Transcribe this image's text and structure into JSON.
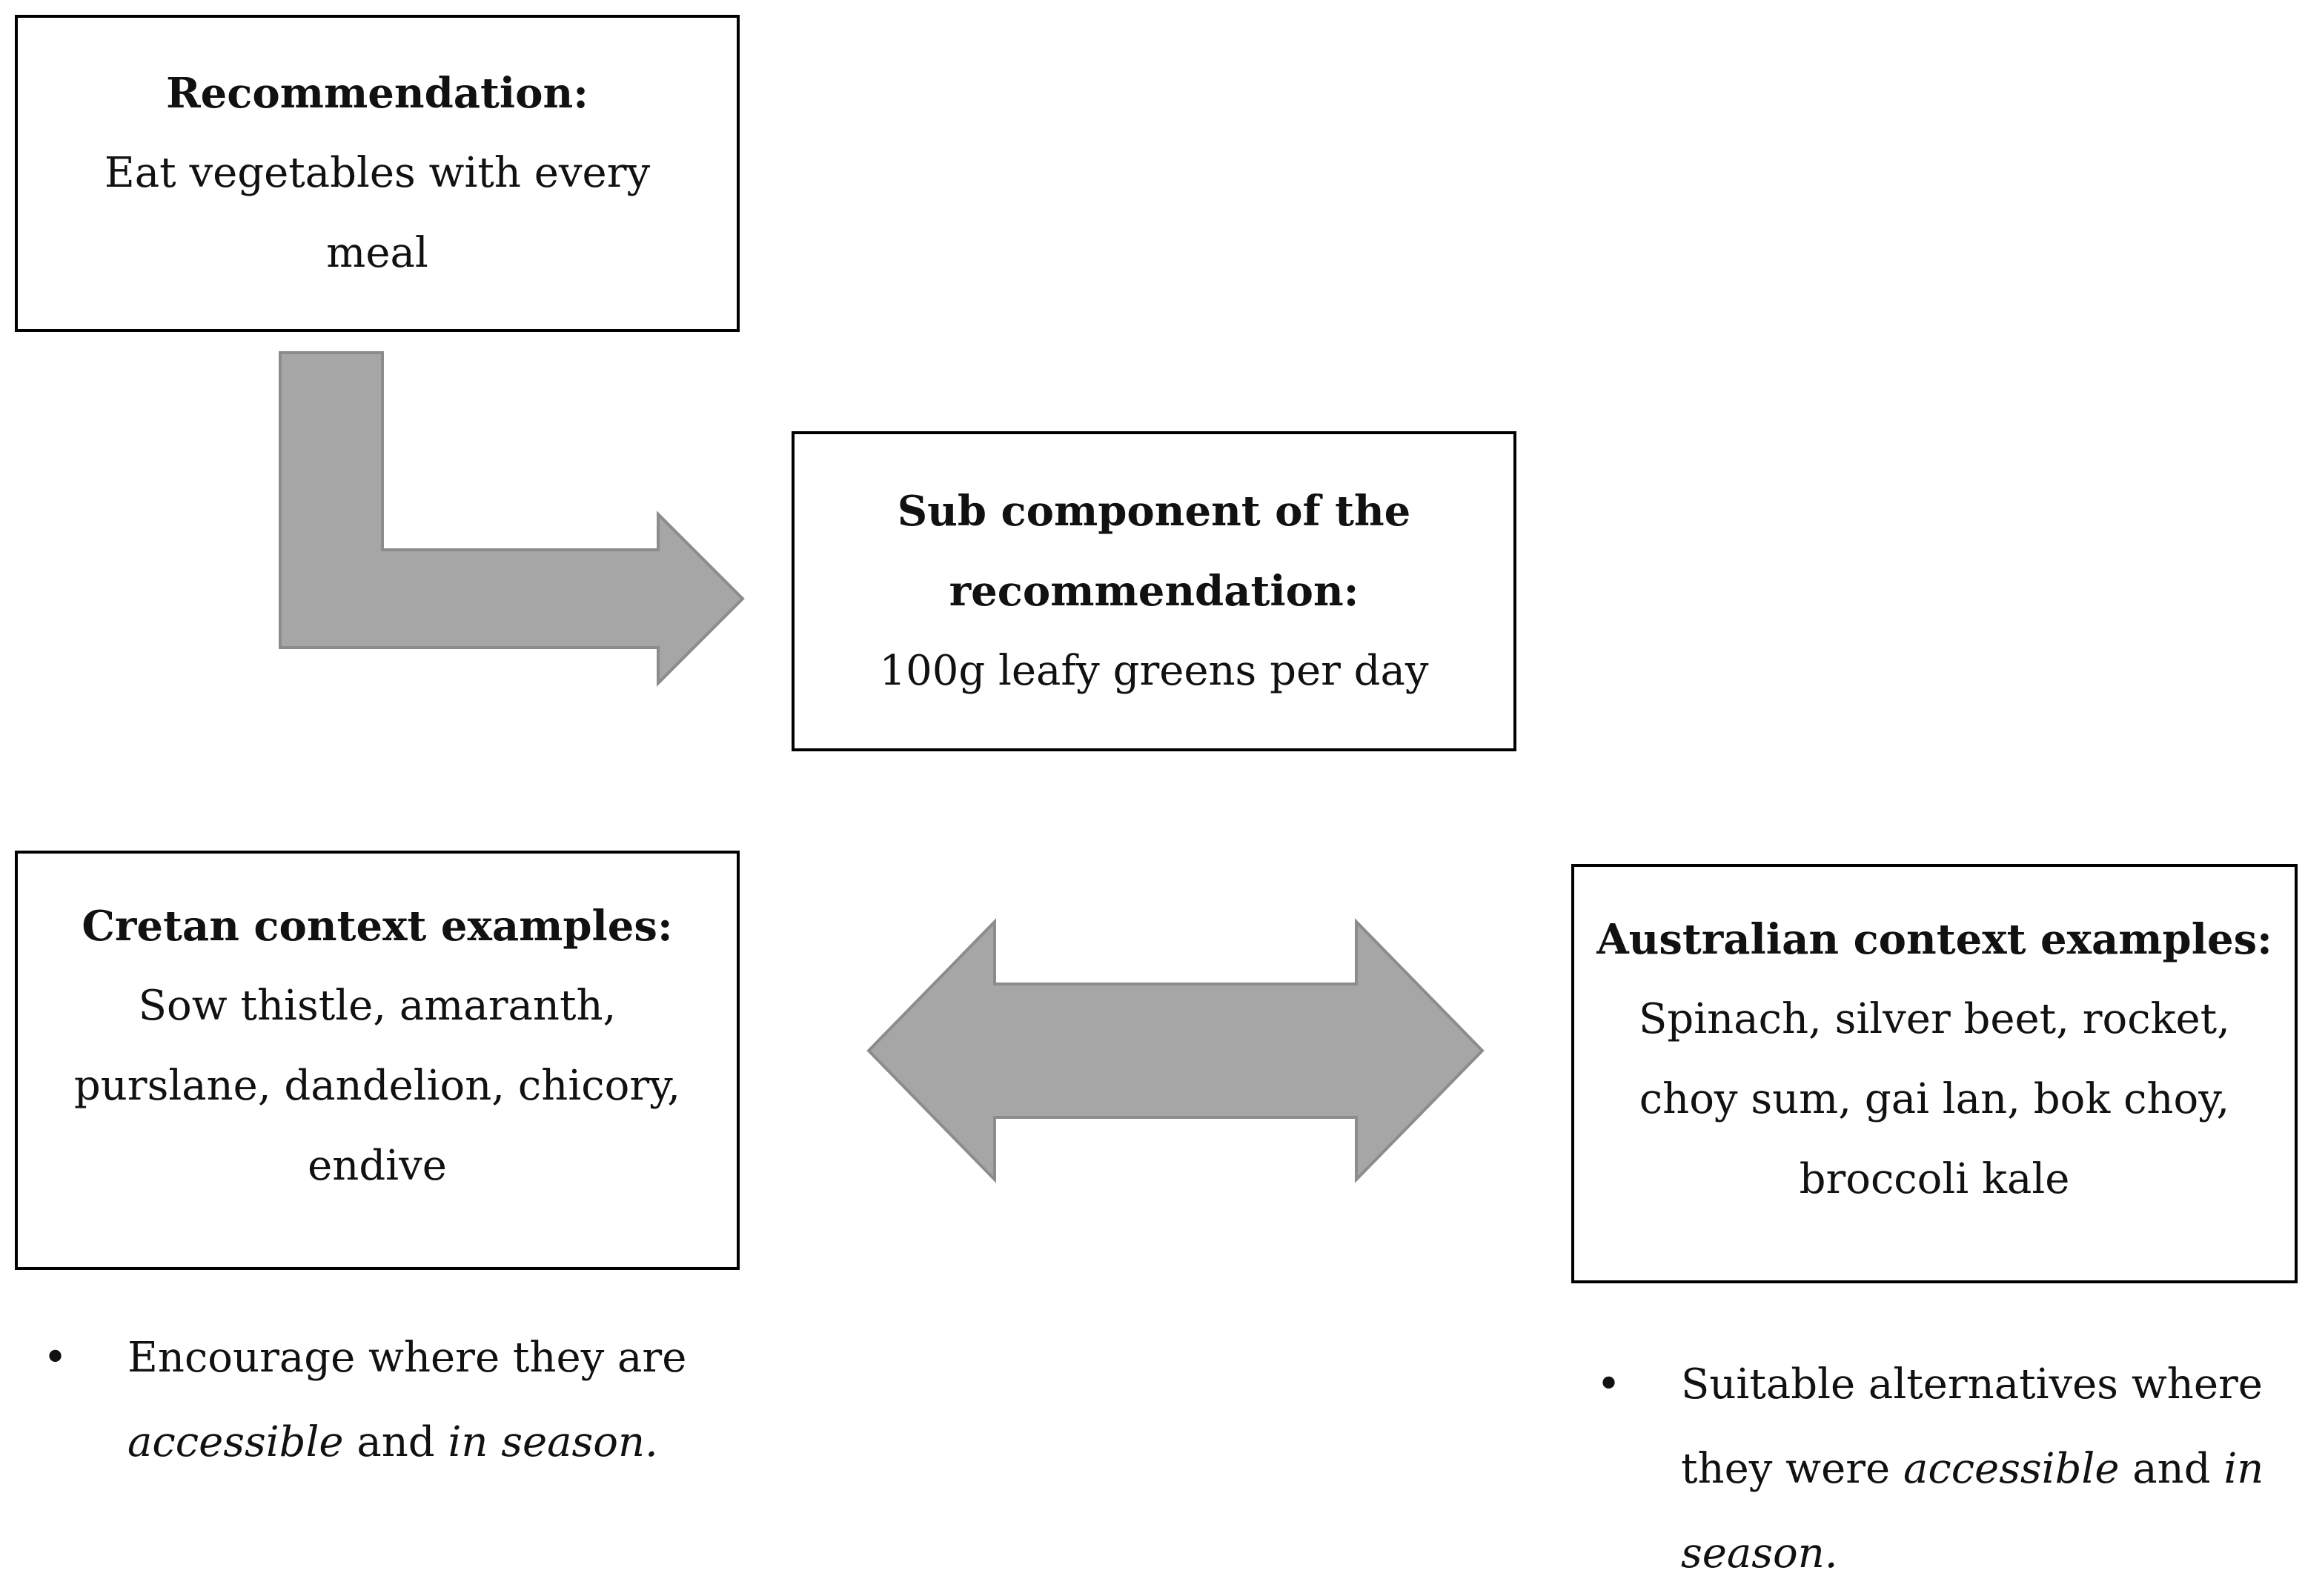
{
  "recommendation": {
    "title": "Recommendation:",
    "line1": "Eat vegetables with every",
    "line2": "meal"
  },
  "subcomponent": {
    "title_line1": "Sub component of the",
    "title_line2": "recommendation:",
    "body": "100g leafy greens per day"
  },
  "cretan": {
    "title": "Cretan context examples:",
    "line1": "Sow thistle, amaranth,",
    "line2": "purslane, dandelion, chicory,",
    "line3": "endive"
  },
  "australian": {
    "title": "Australian context examples:",
    "line1": "Spinach, silver beet, rocket,",
    "line2": "choy sum, gai lan, bok choy,",
    "line3": "broccoli kale"
  },
  "cretan_note": {
    "bullet": "•",
    "part1": "Encourage where they are",
    "italic1": "accessible",
    "part2": " and ",
    "italic2": "in season.",
    "part3": ""
  },
  "australian_note": {
    "bullet": "•",
    "part1": "Suitable alternatives where",
    "part2a": "they were ",
    "italic1": "accessible",
    "part2b": " and ",
    "italic2a": "in",
    "italic2b": "season.",
    "part3": ""
  },
  "colors": {
    "arrow_fill": "#a6a6a6",
    "arrow_stroke": "#8c8c8c",
    "box_border": "#000000"
  }
}
